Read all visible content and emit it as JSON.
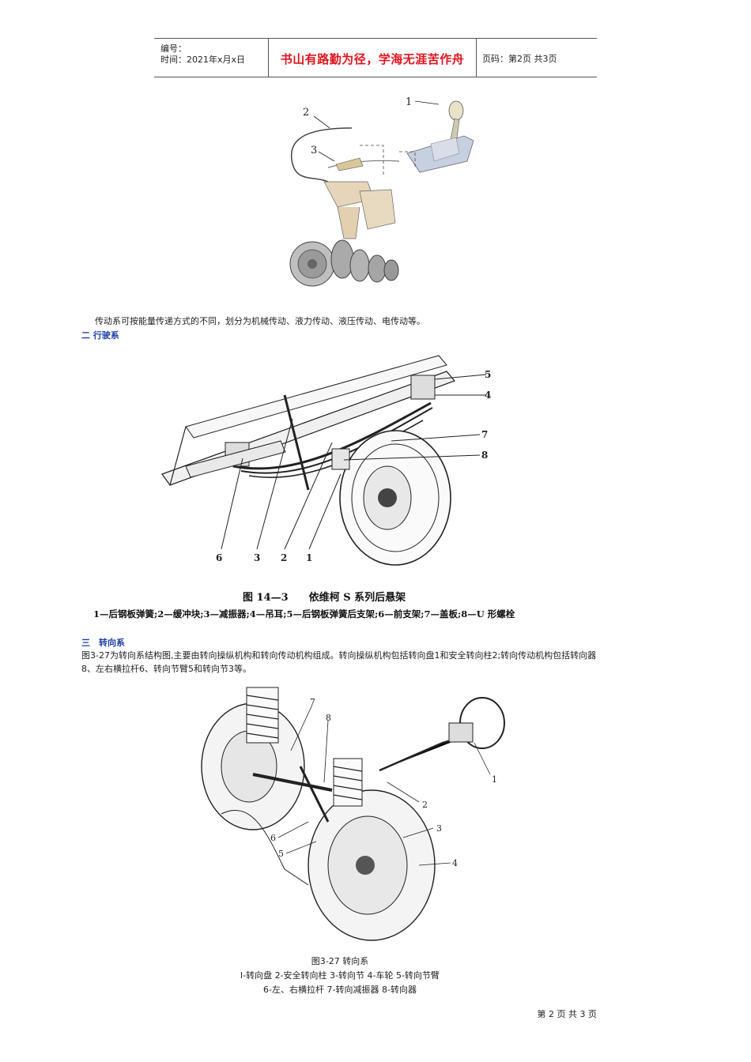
{
  "header": {
    "number_label": "编号：",
    "time_label": "时间：2021年x月x日",
    "motto": "书山有路勤为径，学海无涯苦作舟",
    "page_code": "页码：第2页 共3页"
  },
  "figure1": {
    "labels": [
      "1",
      "2",
      "3"
    ]
  },
  "paragraph1": "传动系可按能量传递方式的不同，划分为机械传动、液力传动、液压传动、电传动等。",
  "section2": {
    "title": "二 行驶系"
  },
  "figure2": {
    "labels": [
      "5",
      "4",
      "7",
      "8",
      "6",
      "3",
      "2",
      "1"
    ],
    "caption": "图 14—3　　依维柯 S 系列后悬架",
    "legend": "1—后钢板弹簧;2—缓冲块;3—减振器;4—吊耳;5—后钢板弹簧后支架;6—前支架;7—盖板;8—U 形螺栓"
  },
  "section3": {
    "title": "三　转向系",
    "paragraph": "图3-27为转向系结构图,主要由转向操纵机构和转向传动机构组成。转向操纵机构包括转向盘1和安全转向柱2;转向传动机构包括转向器8、左右横拉杆6、转向节臂5和转向节3等。"
  },
  "figure3": {
    "labels": [
      "7",
      "8",
      "1",
      "2",
      "3",
      "4",
      "6",
      "5"
    ],
    "caption": "图3-27 转向系",
    "legend_line1": "l-转向盘 2-安全转向柱 3-转向节 4-车轮 5-转向节臂",
    "legend_line2": "6-左、右横拉杆 7-转向减振器 8-转向器"
  },
  "footer": {
    "page": "第 2 页 共 3 页"
  }
}
